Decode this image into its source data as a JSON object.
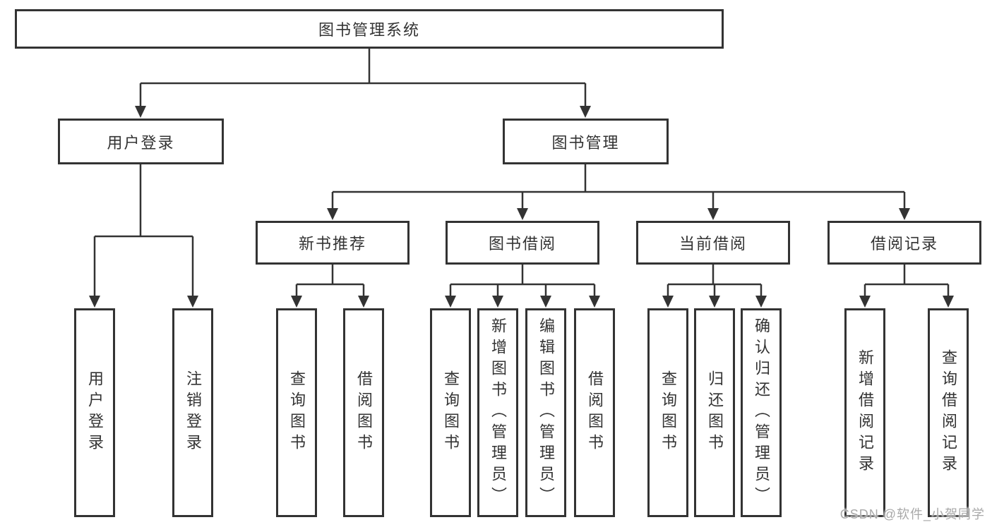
{
  "diagram": {
    "title": "图书管理系统",
    "root": {
      "label": "图书管理系统"
    },
    "level2": [
      "用户登录",
      "图书管理"
    ],
    "level3": [
      "新书推荐",
      "图书借阅",
      "当前借阅",
      "借阅记录"
    ],
    "leaves": {
      "user_login": [
        "用户登录",
        "注销登录"
      ],
      "new_books": [
        "查询图书",
        "借阅图书"
      ],
      "book_borrow": [
        "查询图书",
        "新增图书（管理员）",
        "编辑图书（管理员）",
        "借阅图书"
      ],
      "current_borrow": [
        "查询图书",
        "归还图书",
        "确认归还（管理员）"
      ],
      "borrow_records": [
        "新增借阅记录",
        "查询借阅记录"
      ]
    }
  },
  "watermark": {
    "text": "CSDN @软件_小贺同学"
  },
  "colors": {
    "line": "#333333",
    "box_border": "#333333",
    "box_fill": "#ffffff",
    "text": "#333333",
    "watermark": "#a9a9a9"
  }
}
